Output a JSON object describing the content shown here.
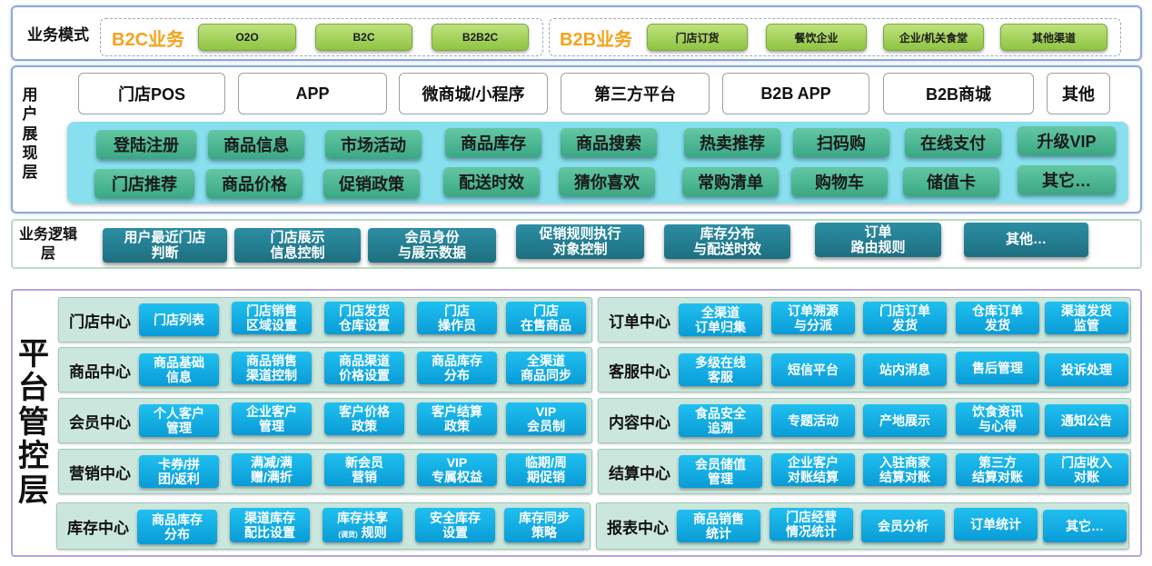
{
  "business_mode": {
    "label": "业务模式",
    "b2c": {
      "title": "B2C业务",
      "items": [
        "O2O",
        "B2C",
        "B2B2C"
      ]
    },
    "b2b": {
      "title": "B2B业务",
      "items": [
        "门店订货",
        "餐饮企业",
        "企业/机关食堂",
        "其他渠道"
      ]
    }
  },
  "user_layer": {
    "label": "用户展现层",
    "channels": [
      "门店POS",
      "APP",
      "微商城/小程序",
      "第三方平台",
      "B2B APP",
      "B2B商城",
      "其他"
    ],
    "features_row1": [
      "登陆注册",
      "商品信息",
      "市场活动",
      "商品库存",
      "商品搜索",
      "热卖推荐",
      "扫码购",
      "在线支付",
      "升级VIP"
    ],
    "features_row2": [
      "门店推荐",
      "商品价格",
      "促销政策",
      "配送时效",
      "猜你喜欢",
      "常购清单",
      "购物车",
      "储值卡",
      "其它…"
    ]
  },
  "logic_layer": {
    "label": "业务逻辑层",
    "items": [
      "用户最近门店\n判断",
      "门店展示\n信息控制",
      "会员身份\n与展示数据",
      "促销规则执行\n对象控制",
      "库存分布\n与配送时效",
      "订单\n路由规则",
      "其他…"
    ]
  },
  "platform": {
    "label": "平台管控层",
    "left": [
      {
        "name": "门店中心",
        "items": [
          "门店列表",
          "门店销售\n区域设置",
          "门店发货\n仓库设置",
          "门店\n操作员",
          "门店\n在售商品"
        ]
      },
      {
        "name": "商品中心",
        "items": [
          "商品基础\n信息",
          "商品销售\n渠道控制",
          "商品渠道\n价格设置",
          "商品库存\n分布",
          "全渠道\n商品同步"
        ]
      },
      {
        "name": "会员中心",
        "items": [
          "个人客户\n管理",
          "企业客户\n管理",
          "客户价格\n政策",
          "客户结算\n政策",
          "VIP\n会员制"
        ]
      },
      {
        "name": "营销中心",
        "items": [
          "卡券/拼\n团/返利",
          "满减/满\n赠/满折",
          "新会员\n营销",
          "VIP\n专属权益",
          "临期/周\n期促销"
        ]
      },
      {
        "name": "库存中心",
        "items": [
          "商品库存\n分布",
          "渠道库存\n配比设置",
          "库存共享",
          "安全库存\n设置",
          "库存同步\n策略"
        ]
      }
    ],
    "left_small": {
      "note": "(调货)",
      "rule": "规则"
    },
    "right": [
      {
        "name": "订单中心",
        "items": [
          "全渠道\n订单归集",
          "订单溯源\n与分派",
          "门店订单\n发货",
          "仓库订单\n发货",
          "渠道发货\n监管"
        ]
      },
      {
        "name": "客服中心",
        "items": [
          "多级在线\n客服",
          "短信平台",
          "站内消息",
          "售后管理",
          "投诉处理"
        ]
      },
      {
        "name": "内容中心",
        "items": [
          "食品安全\n追溯",
          "专题活动",
          "产地展示",
          "饮食资讯\n与心得",
          "通知公告"
        ]
      },
      {
        "name": "结算中心",
        "items": [
          "会员储值\n管理",
          "企业客户\n对账结算",
          "入驻商家\n结算对账",
          "第三方\n结算对账",
          "门店收入\n对账"
        ]
      },
      {
        "name": "报表中心",
        "items": [
          "商品销售\n统计",
          "门店经营\n情况统计",
          "会员分析",
          "订单统计",
          "其它…"
        ]
      }
    ]
  },
  "colors": {
    "green_btn": "#8fc442",
    "aqua_panel": "#88dfee",
    "teal_btn": "#3aa883",
    "dark_teal_btn": "#1d6f80",
    "blue_btn": "#0a9bd6",
    "row_bg": "#cbe7dd",
    "orange_title": "#f5a21b"
  }
}
